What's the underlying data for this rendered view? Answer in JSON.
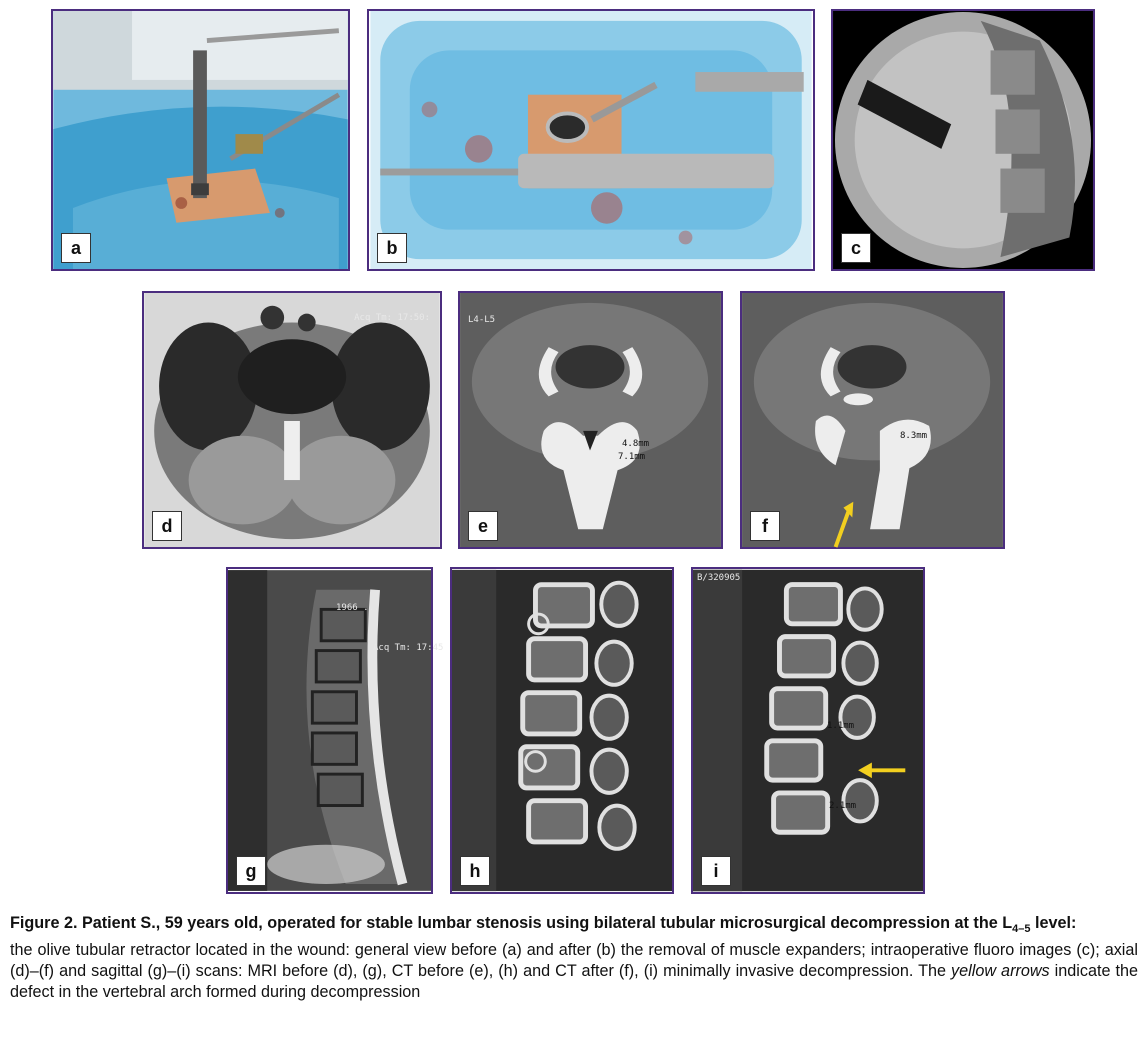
{
  "panels": {
    "a": {
      "label": "a"
    },
    "b": {
      "label": "b"
    },
    "c": {
      "label": "c"
    },
    "d": {
      "label": "d",
      "overlay": "Acq Tm: 17:50:"
    },
    "e": {
      "label": "e",
      "overlay_level": "L4-L5",
      "overlay_m1": "4.8mm",
      "overlay_m2": "7.1mm"
    },
    "f": {
      "label": "f",
      "overlay_m1": "8.3mm"
    },
    "g": {
      "label": "g",
      "overlay_1": "1966 ...",
      "overlay_2": "Acq Tm: 17:45"
    },
    "h": {
      "label": "h"
    },
    "i": {
      "label": "i",
      "overlay_id": "B/320905",
      "overlay_m1": "1.1mm",
      "overlay_m2": "2.1mm"
    }
  },
  "caption": {
    "title_main": "Figure 2. Patient S., 59 years old, operated for stable lumbar stenosis using bilateral tubular microsurgical decompression at the L",
    "title_sub": "4–5",
    "title_end": " level:",
    "body_1": "the olive tubular retractor located in the wound: general view before (a) and after (b) the removal of muscle expanders; intraoperative fluoro images (c); axial (d)–(f) and sagittal (g)–(i) scans: MRI before (d), (g), CT before (e), (h) and CT after (f), (i) minimally invasive decompression. The ",
    "body_italic": "yellow arrows",
    "body_2": " indicate the defect in the vertebral arch formed during decompression"
  },
  "colors": {
    "frame": "#4b2d7f",
    "arrow": "#f2cf1f",
    "drape": "#4aa6cf",
    "retractor": "#d79a6e"
  }
}
